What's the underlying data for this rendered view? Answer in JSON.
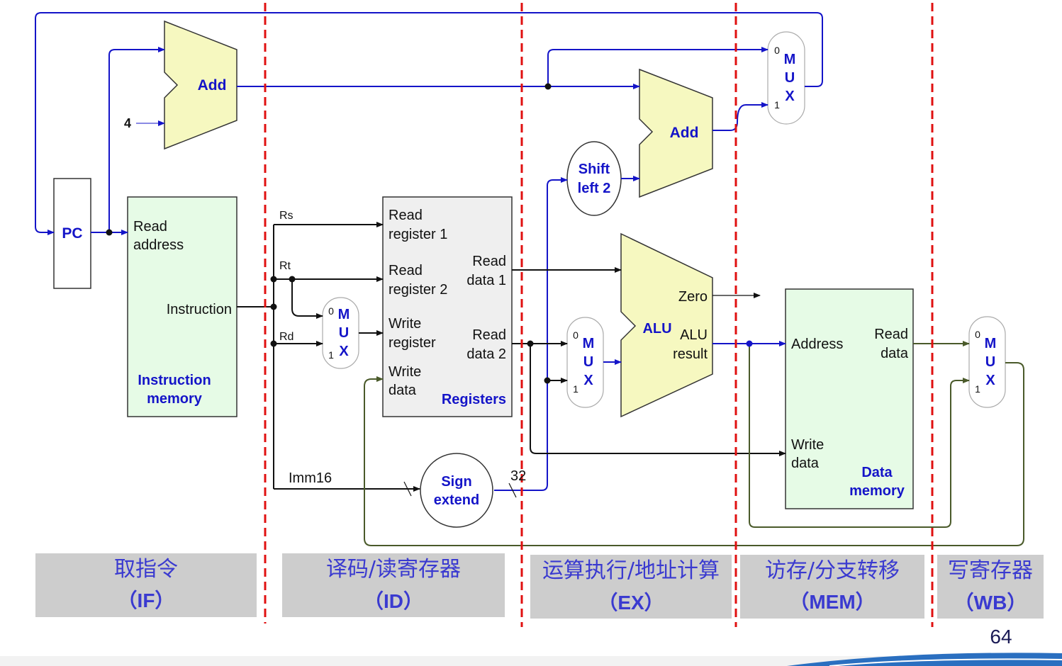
{
  "blocks": {
    "pc": "PC",
    "add_top": "Add",
    "const_four": "4",
    "add_branch": "Add",
    "shift": [
      "Shift",
      "left 2"
    ],
    "sign": [
      "Sign",
      "extend"
    ],
    "imem": {
      "read_address": [
        "Read",
        "address"
      ],
      "instruction": "Instruction",
      "title": [
        "Instruction",
        "memory"
      ]
    },
    "regs": {
      "rr1": [
        "Read",
        "register 1"
      ],
      "rr2": [
        "Read",
        "register 2"
      ],
      "wreg": [
        "Write",
        "register"
      ],
      "wdata": [
        "Write",
        "data"
      ],
      "rd1": [
        "Read",
        "data 1"
      ],
      "rd2": [
        "Read",
        "data 2"
      ],
      "title": "Registers"
    },
    "alu": {
      "name": "ALU",
      "zero": "Zero",
      "result": [
        "ALU",
        "result"
      ]
    },
    "dmem": {
      "address": "Address",
      "read_data": [
        "Read",
        "data"
      ],
      "write_data": [
        "Write",
        "data"
      ],
      "title": [
        "Data",
        "memory"
      ]
    },
    "mux": [
      "M",
      "U",
      "X"
    ],
    "mux_in0": "0",
    "mux_in1": "1"
  },
  "field_labels": {
    "rs": "Rs",
    "rt": "Rt",
    "rd": "Rd",
    "imm": "Imm16",
    "width": "32"
  },
  "stages": [
    {
      "name": "取指令",
      "code": "（IF）"
    },
    {
      "name": "译码/读寄存器",
      "code": "（ID）"
    },
    {
      "name": "运算执行/地址计算",
      "code": "（EX）"
    },
    {
      "name": "访存/分支转移",
      "code": "（MEM）"
    },
    {
      "name": "写寄存器",
      "code": "（WB）"
    }
  ],
  "page_number": "64",
  "colors": {
    "control_blue": "#1414c8",
    "writeback_green": "#4a5a2a",
    "boundary_red": "#e01010",
    "unit_fill": "#e6fbe6",
    "adder_fill": "#f6f8c0",
    "register_fill": "#efefef",
    "stage_bar": "#cdcdcd"
  }
}
